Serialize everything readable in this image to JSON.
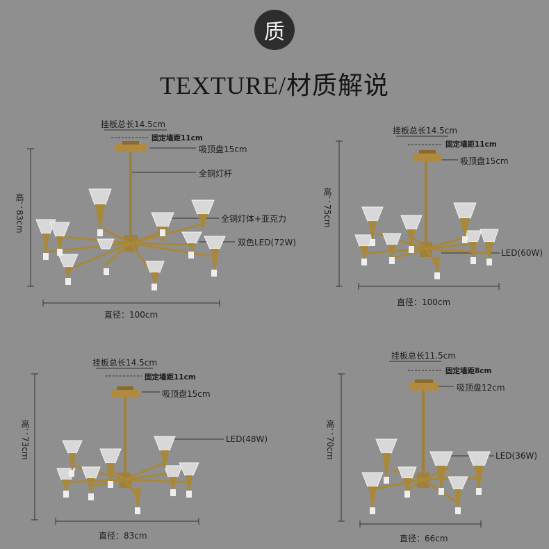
{
  "badge": "质",
  "title": "TEXTURE/材质解说",
  "panels": [
    {
      "plate_length": "挂板总长14.5cm",
      "wall_distance": "固定墙距11cm",
      "canopy": "吸顶盘15cm",
      "rod": "全铜灯杆",
      "body": "全铜灯体+亚克力",
      "led": "双色LED(72W)",
      "height": "高：83cm",
      "diameter": "直径：100cm"
    },
    {
      "plate_length": "挂板总长14.5cm",
      "wall_distance": "固定墙距11cm",
      "canopy": "吸顶盘15cm",
      "led": "LED(60W)",
      "height": "高：75cm",
      "diameter": "直径：100cm"
    },
    {
      "plate_length": "挂板总长14.5cm",
      "wall_distance": "固定墙距11cm",
      "canopy": "吸顶盘15cm",
      "led": "LED(48W)",
      "height": "高：73cm",
      "diameter": "直径：83cm"
    },
    {
      "plate_length": "挂板总长11.5cm",
      "wall_distance": "固定墙距8cm",
      "canopy": "吸顶盘12cm",
      "led": "LED(36W)",
      "height": "高：70cm",
      "diameter": "直径：66cm"
    }
  ]
}
